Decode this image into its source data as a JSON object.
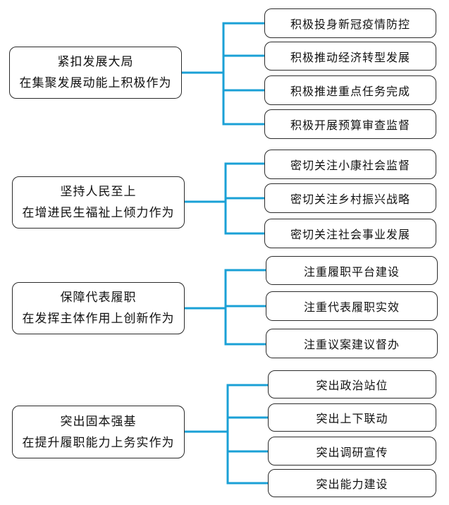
{
  "groups": [
    {
      "main": [
        "紧扣发展大局",
        "在集聚发展动能上积极作为"
      ],
      "items": [
        "积极投身新冠疫情防控",
        "积极推动经济转型发展",
        "积极推进重点任务完成",
        "积极开展预算审查监督"
      ]
    },
    {
      "main": [
        "坚持人民至上",
        "在增进民生福祉上倾力作为"
      ],
      "items": [
        "密切关注小康社会监督",
        "密切关注乡村振兴战略",
        "密切关注社会事业发展"
      ]
    },
    {
      "main": [
        "保障代表履职",
        "在发挥主体作用上创新作为"
      ],
      "items": [
        "注重履职平台建设",
        "注重代表履职实效",
        "注重议案建议督办"
      ]
    },
    {
      "main": [
        "突出固本强基",
        "在提升履职能力上务实作为"
      ],
      "items": [
        "突出政治站位",
        "突出上下联动",
        "突出调研宣传",
        "突出能力建设"
      ]
    }
  ],
  "colors": {
    "connector": "#1aa0d6",
    "border": "#2b2b2b"
  }
}
